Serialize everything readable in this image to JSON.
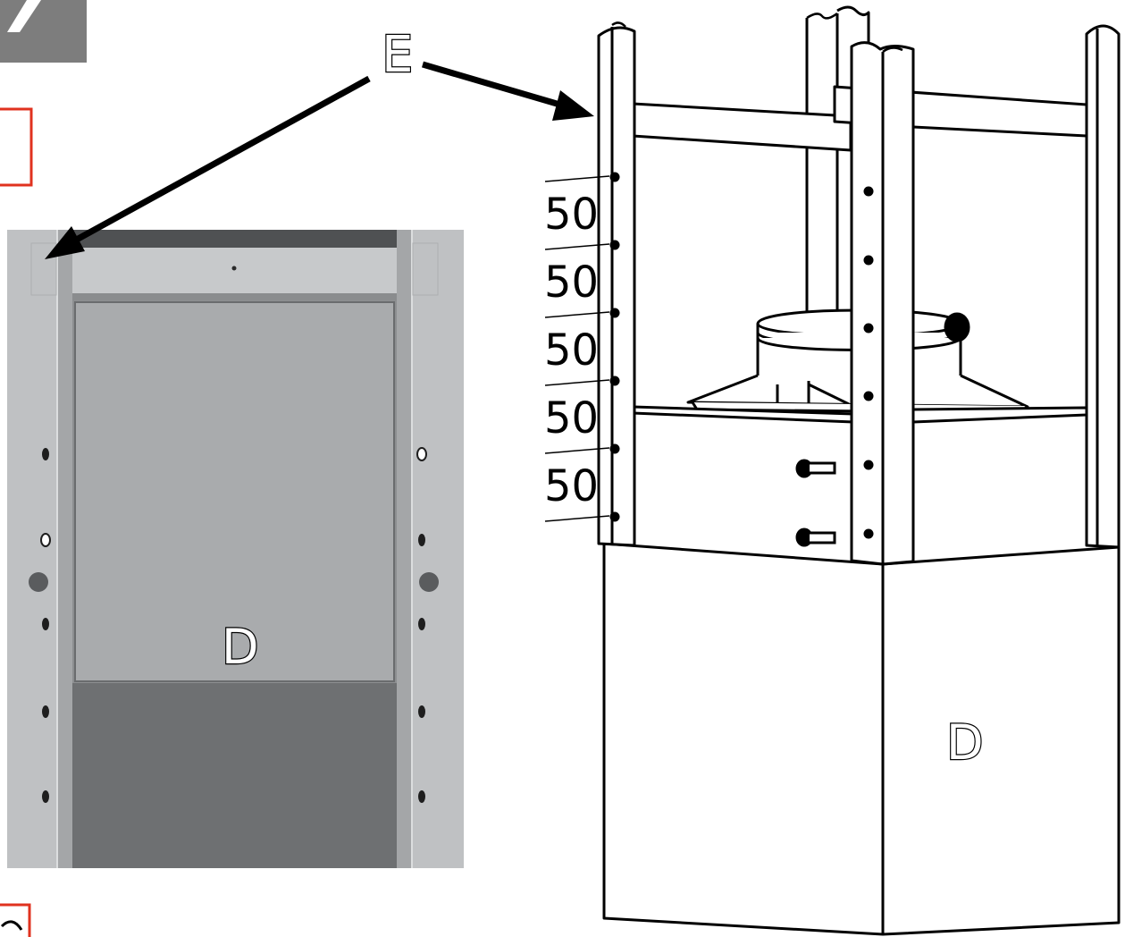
{
  "labels": {
    "part_e": "E",
    "part_d_photo": "D",
    "part_d_drawing": "D"
  },
  "dimensions": [
    "50",
    "50",
    "50",
    "50",
    "50"
  ],
  "colors": {
    "step_badge": "#7d7d7d",
    "callout_box": "#e0321f",
    "line": "#000000",
    "photo_panel": "#a9abad",
    "photo_frame": "#c6c8ca",
    "photo_lower": "#6e7072"
  }
}
